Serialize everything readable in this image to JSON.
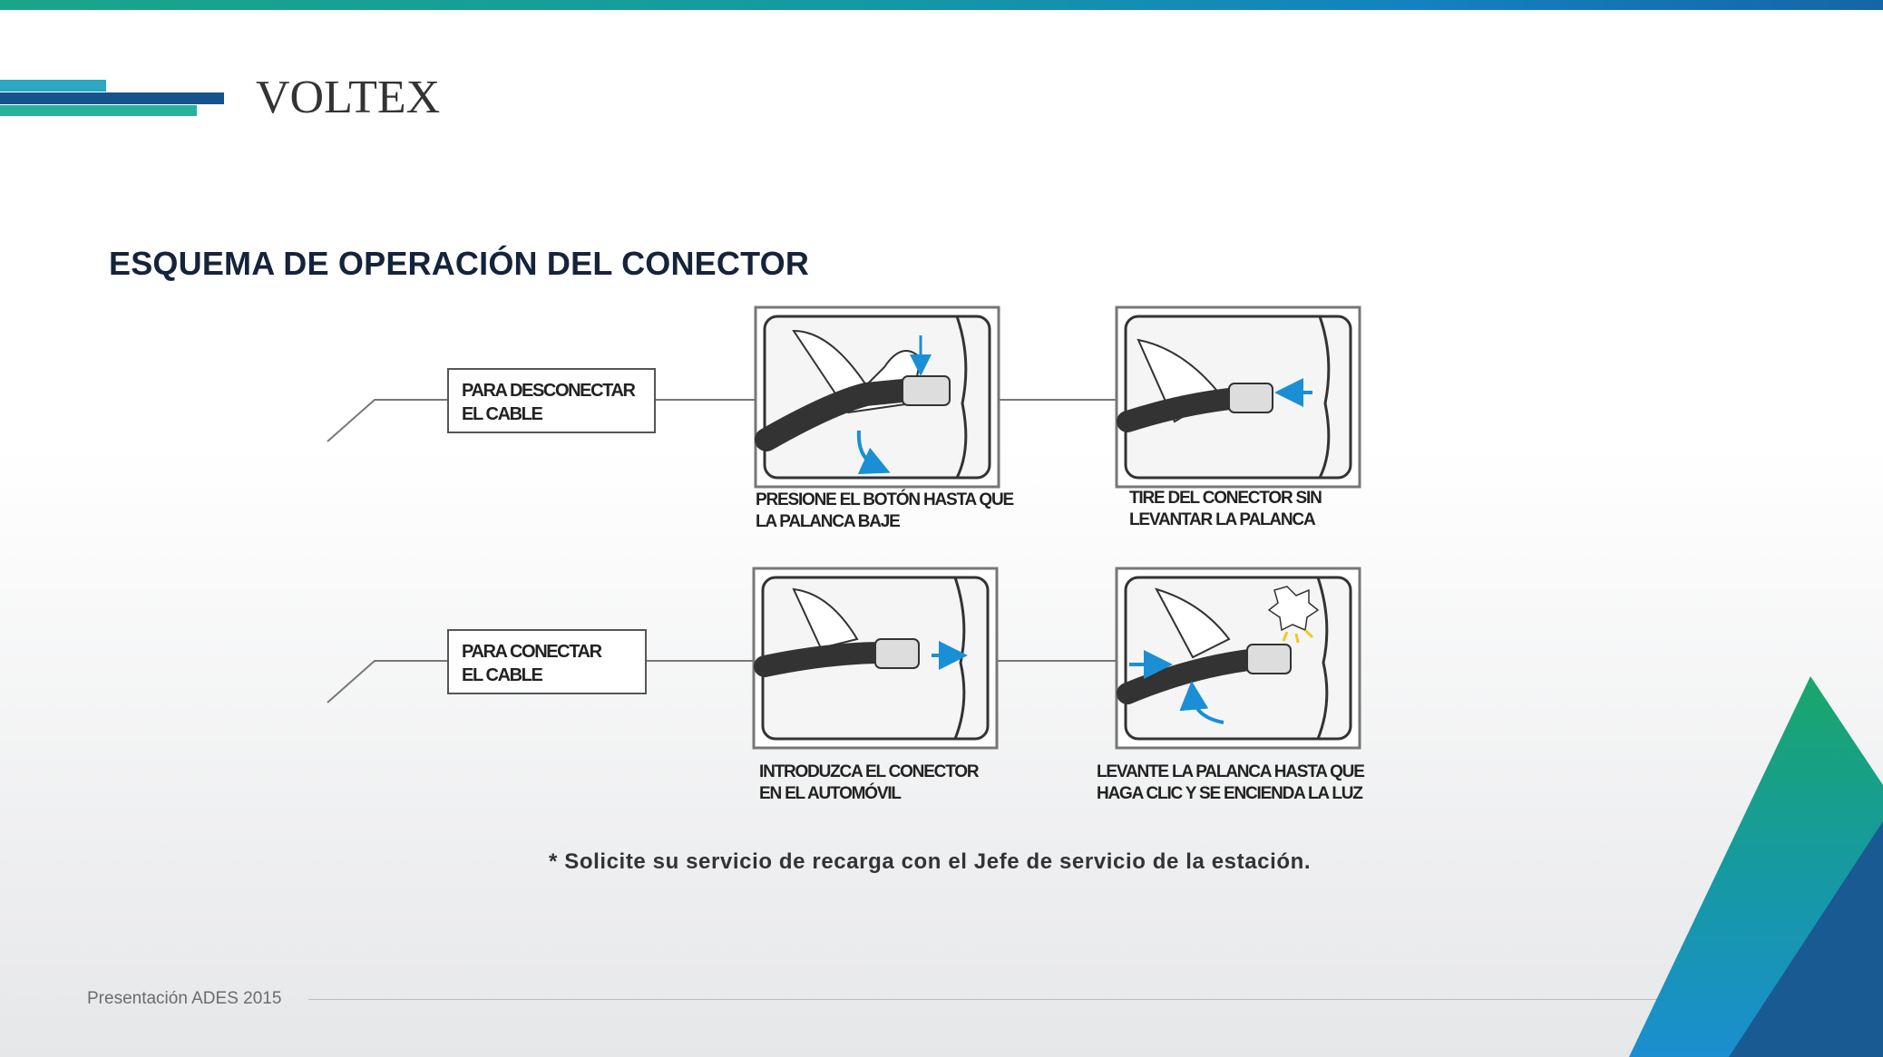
{
  "header": {
    "brand": "VOLTEX"
  },
  "slide": {
    "heading": "ESQUEMA DE OPERACIÓN DEL CONECTOR"
  },
  "modes": {
    "disconnect": "PARA DESCONECTAR\nEL CABLE",
    "connect": "PARA CONECTAR\nEL CABLE"
  },
  "steps": [
    {
      "label": "PRESIONE EL BOTÓN HASTA QUE\nLA PALANCA BAJE"
    },
    {
      "label": "TIRE DEL CONECTOR SIN\nLEVANTAR LA PALANCA"
    },
    {
      "label": "INTRODUZCA EL CONECTOR\nEN EL AUTOMÓVIL"
    },
    {
      "label": "LEVANTE LA PALANCA HASTA QUE\nHAGA CLIC Y SE ENCIENDA LA LUZ"
    }
  ],
  "note": "* Solicite su servicio de recarga con el Jefe de servicio de la estación.",
  "footer": {
    "text": "Presentación ADES 2015"
  },
  "colors": {
    "accent_blue": "#1a8fd6",
    "dark_navy": "#15233b",
    "teal": "#27b39a",
    "light_yellow": "#f3c623"
  },
  "icons": [
    "hand-icon",
    "connector-icon",
    "arrow-icon",
    "click-burst-icon"
  ]
}
